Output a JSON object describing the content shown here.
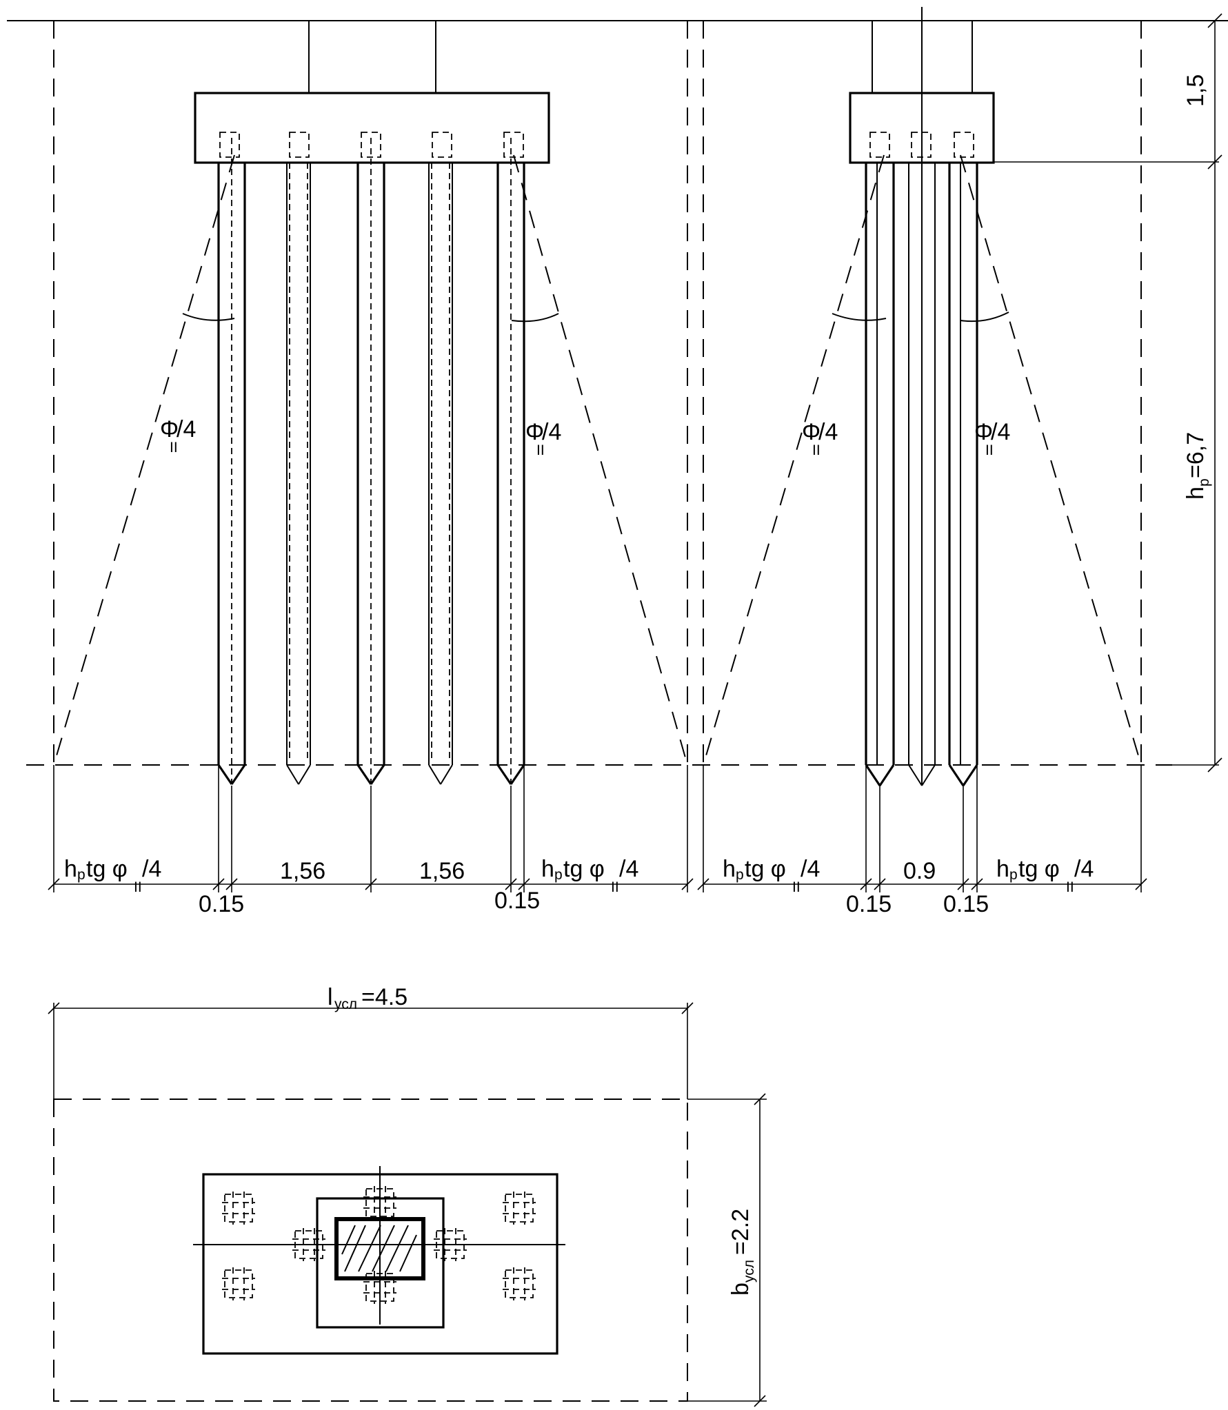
{
  "labels": {
    "phi_left_1": "Φ",
    "phi_left_2": "Φ",
    "phi_right_1": "Φ",
    "phi_right_2": "Φ",
    "phi_sub": "II",
    "phi_div": "/4",
    "height_top": "1,5",
    "height_piles_main": "h",
    "height_piles_sub": "p",
    "height_piles_val": "=6,7",
    "hp_tg_main": "h",
    "hp_tg_sub": "p",
    "hp_tg_rest": "tg φ",
    "hp_tg_phi_sub": "II",
    "hp_tg_div": "/4",
    "dim_156_a": "1,56",
    "dim_156_b": "1,56",
    "dim_09": "0.9",
    "dim_015_a": "0.15",
    "dim_015_b": "0.15",
    "dim_015_c": "0.15",
    "dim_015_d": "0.15",
    "plan_l_main": "l",
    "plan_l_sub": "усл",
    "plan_l_val": "=4.5",
    "plan_b_main": "b",
    "plan_b_sub": "усл",
    "plan_b_val": "=2.2"
  }
}
